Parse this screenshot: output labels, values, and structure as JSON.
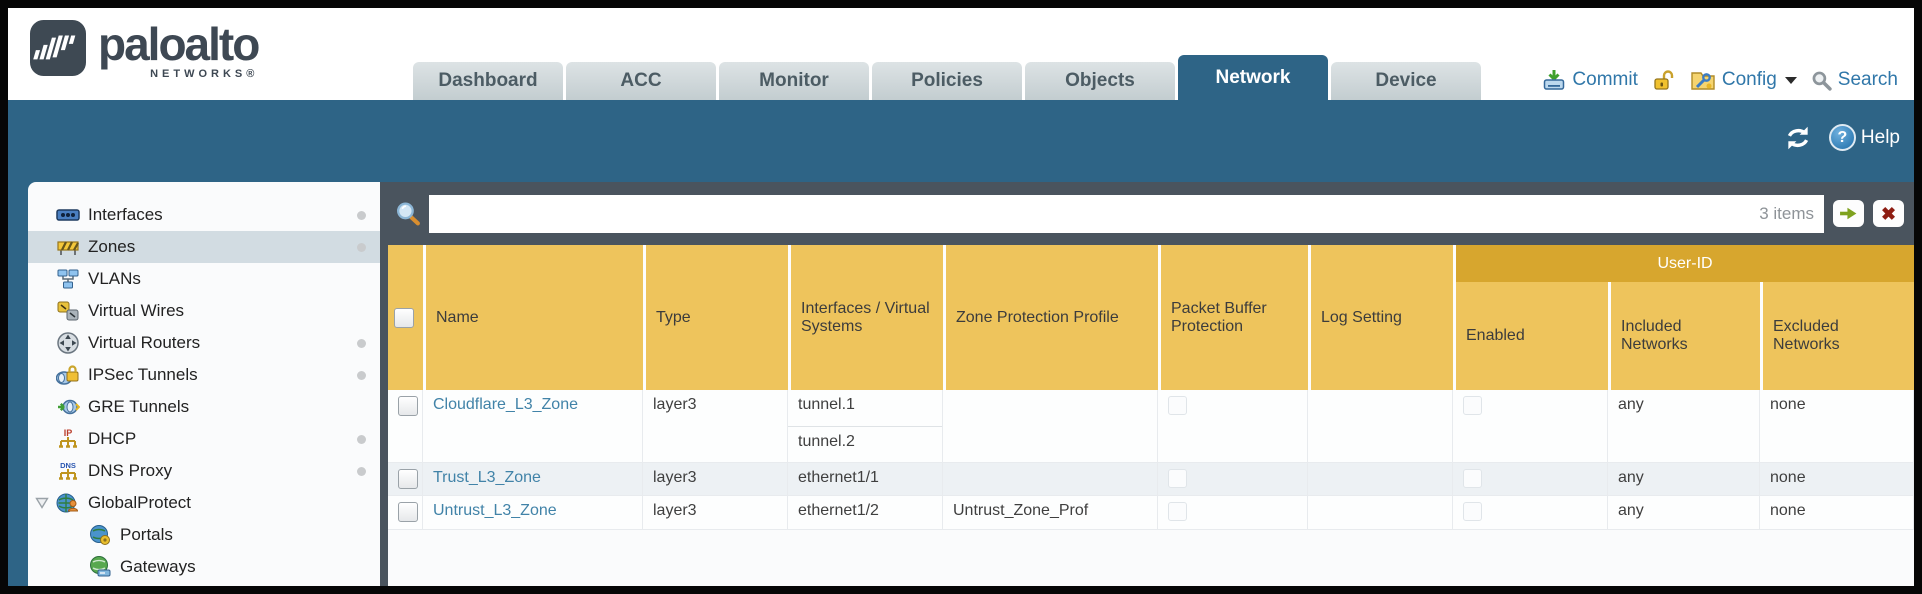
{
  "brand": {
    "name": "paloalto",
    "subtitle": "NETWORKS®"
  },
  "nav": {
    "tabs": [
      {
        "label": "Dashboard",
        "active": false
      },
      {
        "label": "ACC",
        "active": false
      },
      {
        "label": "Monitor",
        "active": false
      },
      {
        "label": "Policies",
        "active": false
      },
      {
        "label": "Objects",
        "active": false
      },
      {
        "label": "Network",
        "active": true
      },
      {
        "label": "Device",
        "active": false
      }
    ],
    "actions": {
      "commit_label": "Commit",
      "config_label": "Config",
      "search_label": "Search"
    }
  },
  "toolbar": {
    "help_label": "Help"
  },
  "sidebar": {
    "items": [
      {
        "label": "Interfaces",
        "icon": "interfaces-icon",
        "selected": false,
        "dot": true
      },
      {
        "label": "Zones",
        "icon": "zones-icon",
        "selected": true,
        "dot": true
      },
      {
        "label": "VLANs",
        "icon": "vlans-icon",
        "selected": false,
        "dot": false
      },
      {
        "label": "Virtual Wires",
        "icon": "virtual-wires-icon",
        "selected": false,
        "dot": false
      },
      {
        "label": "Virtual Routers",
        "icon": "virtual-routers-icon",
        "selected": false,
        "dot": true
      },
      {
        "label": "IPSec Tunnels",
        "icon": "ipsec-tunnels-icon",
        "selected": false,
        "dot": true
      },
      {
        "label": "GRE Tunnels",
        "icon": "gre-tunnels-icon",
        "selected": false,
        "dot": false
      },
      {
        "label": "DHCP",
        "icon": "dhcp-icon",
        "selected": false,
        "dot": true
      },
      {
        "label": "DNS Proxy",
        "icon": "dns-proxy-icon",
        "selected": false,
        "dot": true
      },
      {
        "label": "GlobalProtect",
        "icon": "globalprotect-icon",
        "selected": false,
        "dot": false,
        "expanded": true
      },
      {
        "label": "Portals",
        "icon": "portals-icon",
        "selected": false,
        "dot": false,
        "child": true
      },
      {
        "label": "Gateways",
        "icon": "gateways-icon",
        "selected": false,
        "dot": false,
        "child": true
      }
    ]
  },
  "content": {
    "filter": {
      "value": "",
      "items_count": "3 items"
    },
    "table": {
      "group_header": "User-ID",
      "columns": [
        "Name",
        "Type",
        "Interfaces / Virtual Systems",
        "Zone Protection Profile",
        "Packet Buffer Protection",
        "Log Setting",
        "Enabled",
        "Included Networks",
        "Excluded Networks"
      ],
      "rows": [
        {
          "name": "Cloudflare_L3_Zone",
          "type": "layer3",
          "interfaces": [
            "tunnel.1",
            "tunnel.2"
          ],
          "zone_protection_profile": "",
          "log_setting": "",
          "included_networks": "any",
          "excluded_networks": "none"
        },
        {
          "name": "Trust_L3_Zone",
          "type": "layer3",
          "interfaces": [
            "ethernet1/1"
          ],
          "zone_protection_profile": "",
          "log_setting": "",
          "included_networks": "any",
          "excluded_networks": "none"
        },
        {
          "name": "Untrust_L3_Zone",
          "type": "layer3",
          "interfaces": [
            "ethernet1/2"
          ],
          "zone_protection_profile": "Untrust_Zone_Prof",
          "log_setting": "",
          "included_networks": "any",
          "excluded_networks": "none"
        }
      ]
    }
  },
  "colors": {
    "teal": "#2e6486",
    "header_gold": "#eec45c",
    "group_band_gold": "#d7a62e",
    "filter_bar": "#4a545e",
    "link_blue": "#4183a8",
    "selected_row": "#d2dce2"
  }
}
